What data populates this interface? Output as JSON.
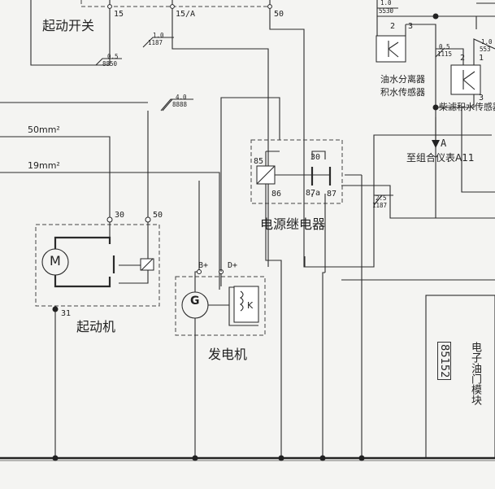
{
  "components": {
    "start_switch": "起动开关",
    "starter_motor": "起动机",
    "alternator": "发电机",
    "power_relay": "电源继电器",
    "water_separator_sensor_line1": "油水分离器",
    "water_separator_sensor_line2": "积水传感器",
    "diesel_filter_sensor": "柴滤积水传感器",
    "to_instrument": "至组合仪表A11",
    "ecu_code": "85152",
    "ecu_name": "电子油门模块"
  },
  "terminals": {
    "sw_15": "15",
    "sw_15a": "15/A",
    "sw_50": "50",
    "starter_30": "30",
    "starter_50": "50",
    "starter_31": "31",
    "alt_bplus": "B+",
    "alt_dplus": "D+",
    "relay_85": "85",
    "relay_86": "86",
    "relay_30": "30",
    "relay_87a": "87a",
    "relay_87": "87",
    "sep_2": "2",
    "sep_3": "3",
    "filt_2": "2",
    "filt_1": "1",
    "filt_3": "3",
    "arrow_a": "A"
  },
  "wire_tags": [
    {
      "gauge": "1.0",
      "code": "5530"
    },
    {
      "gauge": "1.0",
      "code": "1187"
    },
    {
      "gauge": "0.5",
      "code": "8850"
    },
    {
      "gauge": "4.0",
      "code": "8888"
    },
    {
      "gauge": "0.5",
      "code": "1115"
    },
    {
      "gauge": "1.0",
      "code": "553"
    },
    {
      "gauge": "2.5",
      "code": "1187"
    }
  ],
  "cable_sizes": [
    "50mm²",
    "19mm²"
  ],
  "symbols": {
    "motor": "M",
    "generator": "G",
    "regulator": "K"
  }
}
